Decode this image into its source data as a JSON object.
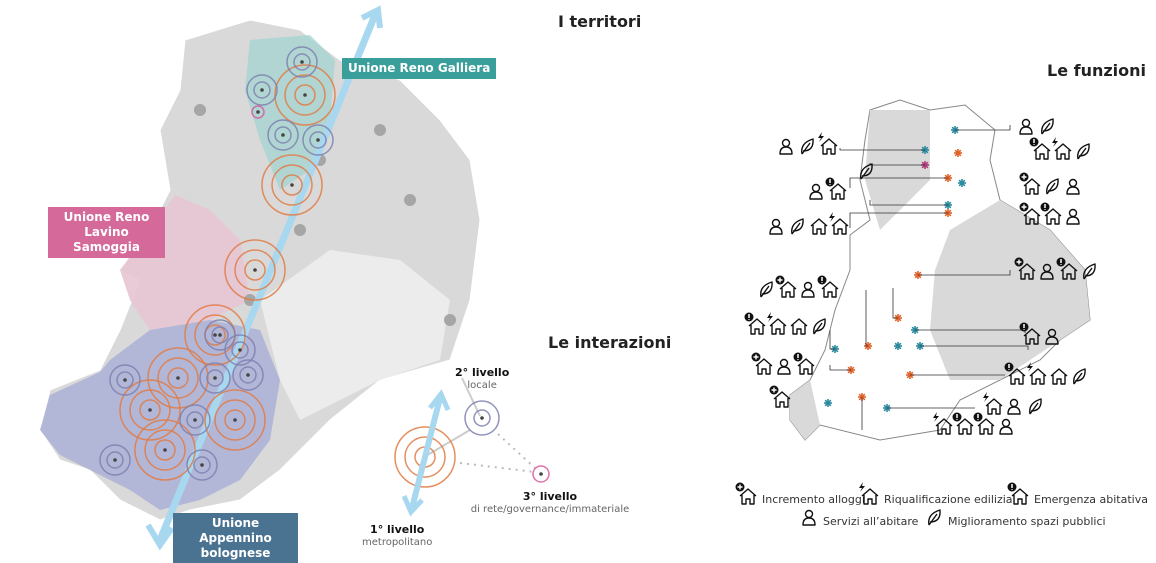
{
  "titles": {
    "territori": "I territori",
    "interazioni": "Le interazioni",
    "funzioni": "Le funzioni"
  },
  "unions": {
    "reno_galliera": {
      "label": "Unione Reno Galliera",
      "color": "#3a9e9a"
    },
    "reno_lavino": {
      "label": "Unione Reno Lavino Samoggia",
      "color": "#d4699a"
    },
    "appennino": {
      "label": "Unione Appennino bolognese",
      "color": "#4a7391"
    }
  },
  "levels": {
    "first": {
      "title": "1° livello",
      "sub": "metropolitano",
      "color": "#e07b45"
    },
    "second": {
      "title": "2° livello",
      "sub": "locale",
      "color": "#7c80b0"
    },
    "third": {
      "title": "3° livello",
      "sub": "di rete/governance/immateriale",
      "color": "#d65a9c"
    }
  },
  "legend": [
    {
      "icon": "house-plus",
      "label": "Incremento alloggi"
    },
    {
      "icon": "house-bolt",
      "label": "Riqualificazione edilizia"
    },
    {
      "icon": "house-excl",
      "label": "Emergenza abitativa"
    },
    {
      "icon": "person",
      "label": "Servizi all’abitare"
    },
    {
      "icon": "leaf",
      "label": "Miglioramento spazi pubblici"
    }
  ],
  "colors": {
    "axis": "#a8d8f0",
    "map": "#d9d9d9",
    "urban": "#a6a6a6",
    "star_orange": "#e0622a",
    "star_teal": "#2a8aa0"
  }
}
